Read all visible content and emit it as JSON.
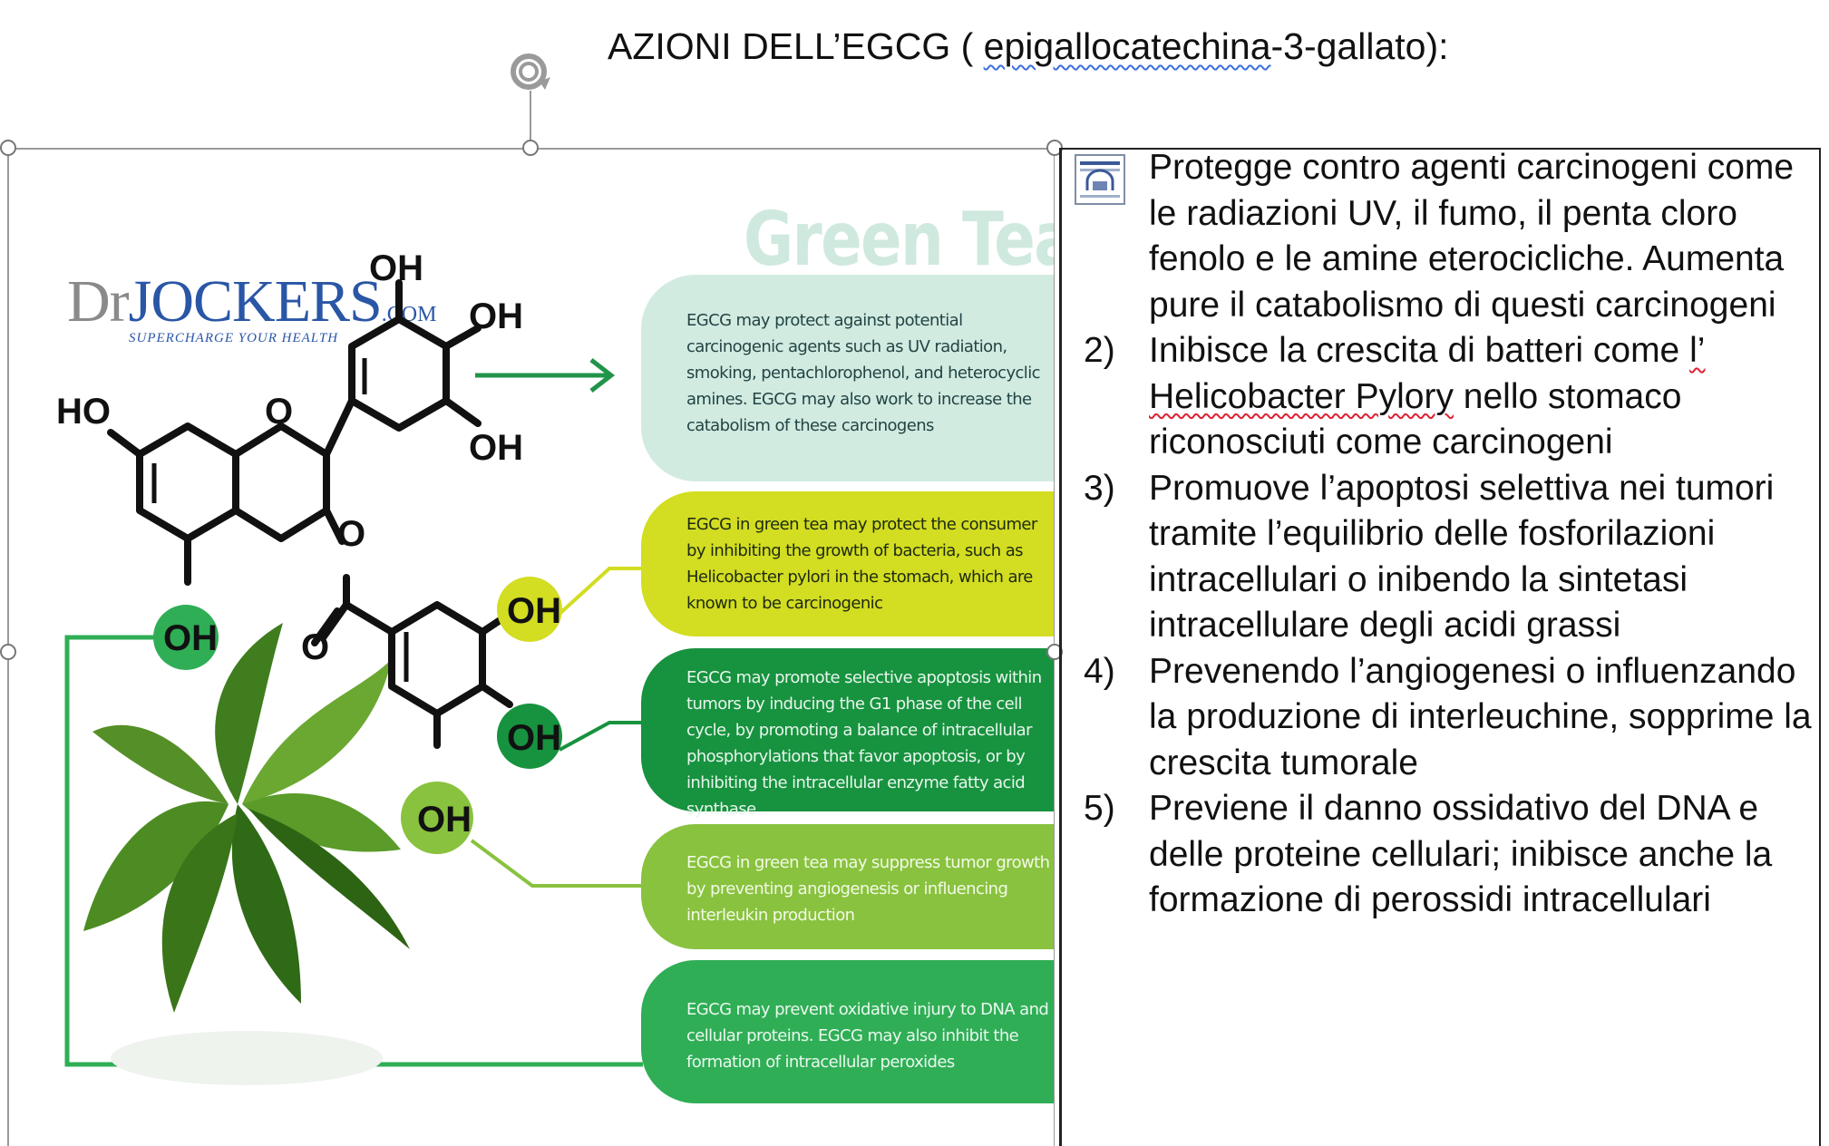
{
  "title": {
    "prefix": "AZIONI DELL’EGCG ( ",
    "underlined": "epigallocatechina",
    "suffix": "-3-gallato):"
  },
  "infographic": {
    "logo": {
      "dr": "Dr",
      "jockers": "Jockers",
      "dotcom": ".com",
      "tagline": "SUPERCHARGE YOUR HEALTH"
    },
    "heading": "Green Tea",
    "molecule_labels": {
      "oh_top": "OH",
      "oh_right1": "OH",
      "oh_right2": "OH",
      "ho_left": "HO",
      "o_ring": "O",
      "o_ester": "O",
      "o_carbonyl": "O",
      "oh_green_left": "OH",
      "oh_yellow": "OH",
      "oh_darkgreen": "OH",
      "oh_lightgreen": "OH"
    },
    "boxes": [
      "EGCG may protect against potential carcinogenic agents such as UV radiation, smoking, pentachlorophenol, and heterocyclic amines. EGCG may also work to increase the catabolism of these carcinogens",
      "EGCG in green tea may protect the consumer by inhibiting the growth of bacteria, such as Helicobacter pylori in the stomach, which are known to be carcinogenic",
      "EGCG may promote selective apoptosis within tumors by inducing the G1 phase of the cell cycle, by promoting a balance of intracellular phosphorylations that favor apoptosis, or by inhibiting the intracellular enzyme fatty acid synthase",
      "EGCG in green tea may suppress tumor growth by preventing angiogenesis or influencing interleukin production",
      "EGCG may prevent oxidative injury to DNA and cellular proteins. EGCG may also inhibit the formation of intracellular peroxides"
    ],
    "colors": {
      "box1": "#d2ebe1",
      "box2": "#d3dd21",
      "box3": "#17923f",
      "box4": "#89c23e",
      "box5": "#2fae56"
    }
  },
  "list": {
    "item1": {
      "text": "Protegge contro agenti carcinogeni come le radiazioni UV, il fumo, il penta cloro fenolo e le amine eterocicliche. Aumenta pure il catabolismo di questi carcinogeni"
    },
    "item2": {
      "num": "2)",
      "before": "Inibisce la crescita di batteri come ",
      "underlined": "l’ Helicobacter Pylory",
      "after": " nello stomaco riconosciuti come carcinogeni"
    },
    "item3": {
      "num": "3)",
      "text": "Promuove l’apoptosi selettiva nei tumori tramite l’equilibrio delle fosforilazioni intracellulari o inibendo la sintetasi intracellulare degli acidi grassi"
    },
    "item4": {
      "num": "4)",
      "text": "Prevenendo l’angiogenesi o influenzando la produzione di interleuchine, sopprime la crescita tumorale"
    },
    "item5": {
      "num": "5)",
      "text": "Previene il danno ossidativo del DNA e delle proteine cellulari; inibisce anche la formazione di perossidi intracellulari"
    }
  },
  "icons": {
    "rotate": "rotate-handle-icon",
    "wrap": "layout-options-icon"
  }
}
